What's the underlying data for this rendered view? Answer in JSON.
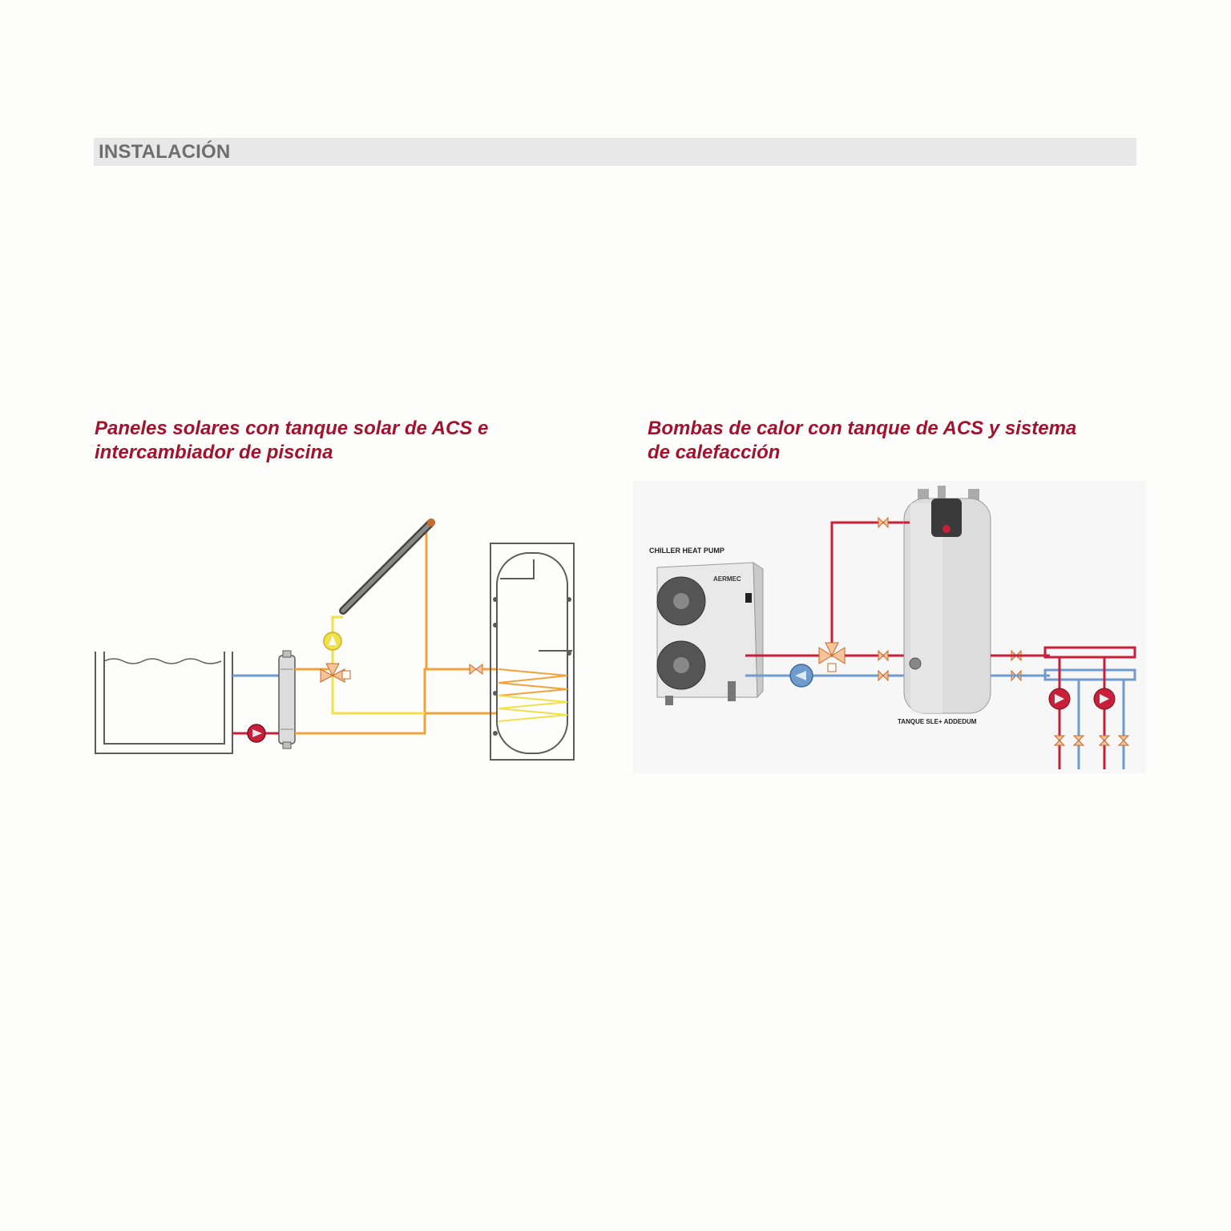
{
  "section": {
    "title": "INSTALACIÓN"
  },
  "left_figure": {
    "caption_line1": "Paneles solares con tanque solar de ACS e",
    "caption_line2": "intercambiador de piscina"
  },
  "right_figure": {
    "caption_line1": "Bombas de calor con tanque de ACS y sistema",
    "caption_line2": "de calefacción",
    "chiller_label": "CHILLER HEAT PUMP",
    "brand_label": "AERMEC",
    "tank_label": "TANQUE SLE+ ADDEDUM"
  },
  "colors": {
    "caption": "#a3122d",
    "hot_pipe": "#c8203a",
    "cold_pipe": "#6f9ccc",
    "solar_pipe": "#f3a23b",
    "solar_yellow": "#f2e04a",
    "outline": "#5c5c5c"
  }
}
